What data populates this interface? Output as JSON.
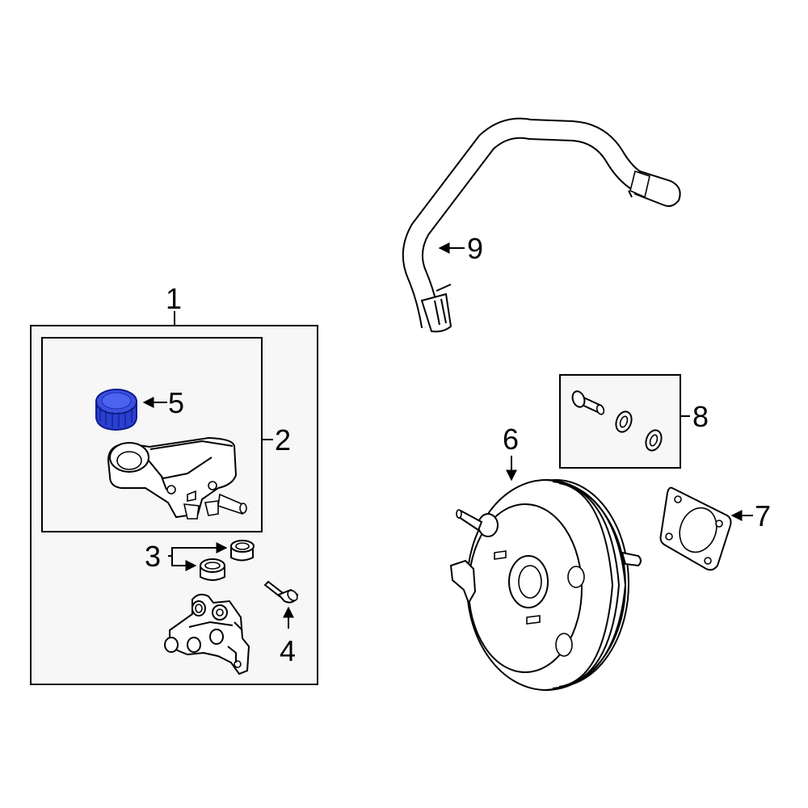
{
  "callouts": {
    "c1": "1",
    "c2": "2",
    "c3": "3",
    "c4": "4",
    "c5": "5",
    "c6": "6",
    "c7": "7",
    "c8": "8",
    "c9": "9"
  },
  "colors": {
    "highlight": "#2b3fd0",
    "highlight_dark": "#0e1c8c",
    "box_fill": "#f7f7f7",
    "line": "#000000"
  }
}
